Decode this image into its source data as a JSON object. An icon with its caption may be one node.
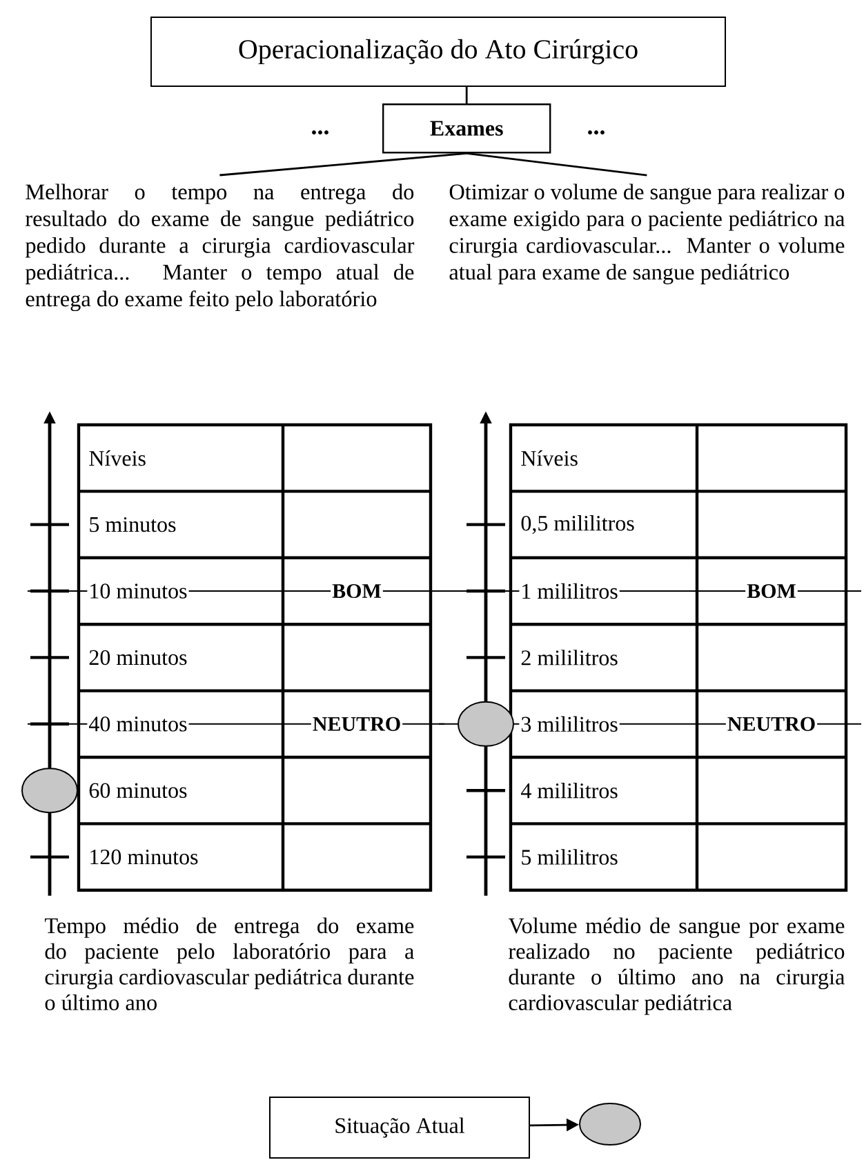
{
  "diagram": {
    "nodes": [
      {
        "text": [
          "Operacionalização do Ato Cirúrgico"
        ]
      },
      {
        "text": [
          "Exames"
        ]
      },
      {
        "text": [
          "Melhorar o tempo na entrega do resultado do exame de sangue pediátrico pedido durante a cirurgia cardiovascular pediátrica... Manter o tempo atual de entrega do exame feito pelo laboratório"
        ]
      },
      {
        "text": [
          "Otimizar o volume de sangue para realizar o exame exigido para o paciente pediátrico na cirurgia cardiovascular... Manter o volume atual para exame de sangue pediátrico"
        ]
      },
      {
        "text": [
          "Situação Atual"
        ]
      },
      {
        "text": [],
        "shape": "circle"
      }
    ],
    "edges": [
      {
        "from": 0,
        "to": 1,
        "arrow": "none"
      },
      {
        "from": 1,
        "to": 2,
        "arrow": "none"
      },
      {
        "from": 1,
        "to": 3,
        "arrow": "none"
      },
      {
        "from": 4,
        "to": 5,
        "arrow": "to"
      }
    ],
    "labels": [
      "...",
      "...",
      "Níveis",
      "5 minutos",
      "10 minutos",
      "BOM",
      "20 minutos",
      "40 minutos",
      "NEUTRO",
      "60 minutos",
      "120 minutos",
      "Níveis",
      "0,5 mililitros",
      "1 mililitros",
      "BOM",
      "2 mililitros",
      "3 mililitros",
      "NEUTRO",
      "4 mililitros",
      "5 mililitros",
      "Tempo médio de entrega do exame do paciente pelo laboratório para a cirurgia cardiovascular pediátrica durante o último ano",
      "Volume médio de sangue por exame realizado no paciente pediátrico durante o último ano na cirurgia cardiovascular pediátrica"
    ]
  }
}
